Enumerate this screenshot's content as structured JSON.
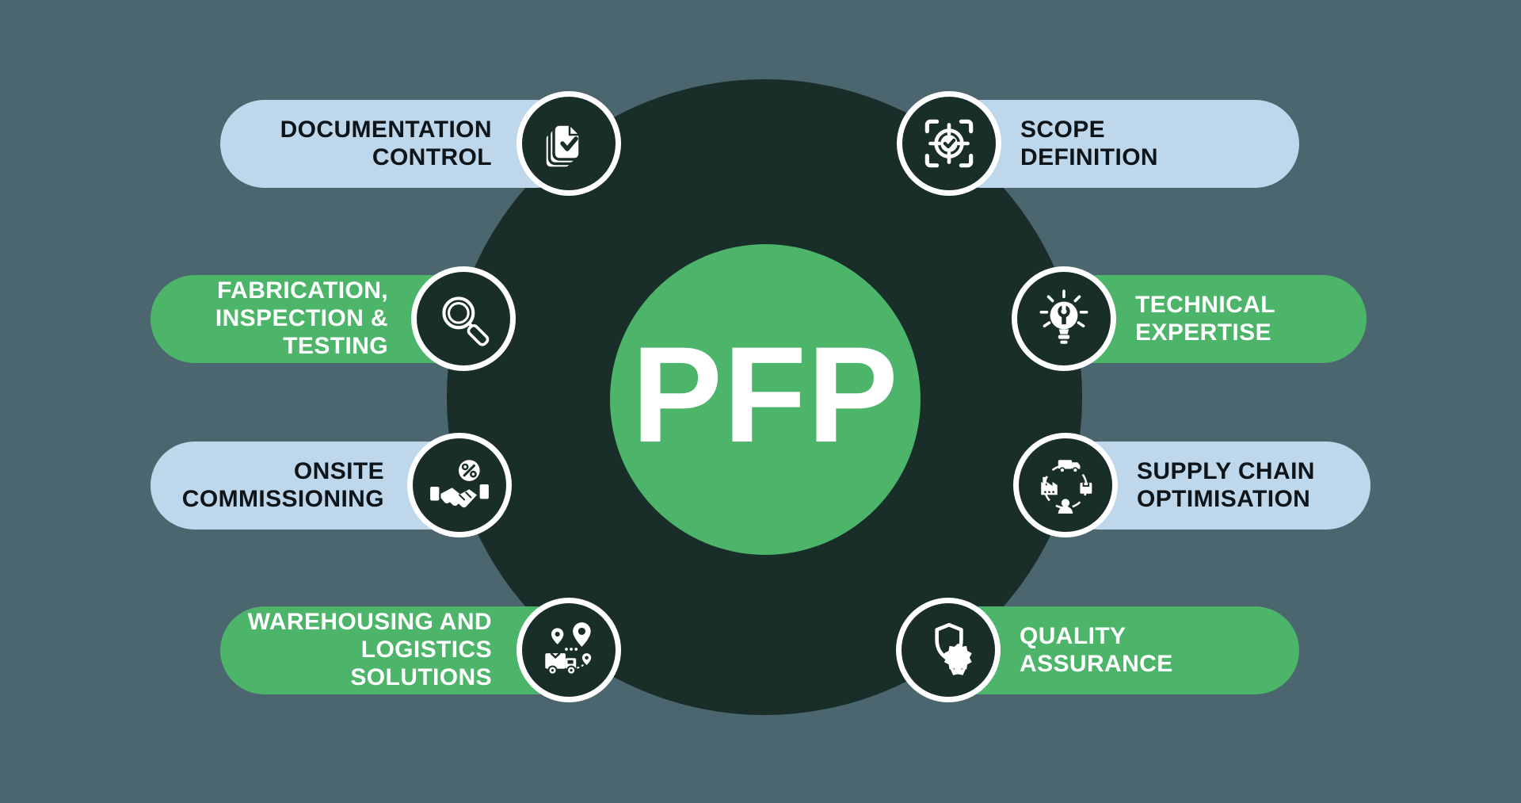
{
  "title": "PFP services infographic",
  "colors": {
    "background": "#4C6670",
    "dark_circle": "#1A2E29",
    "green": "#4DB56A",
    "light_blue": "#BED7EA",
    "text_dark": "#0E151A",
    "text_light": "#FFFFFF"
  },
  "center": {
    "label": "PFP"
  },
  "items": [
    {
      "label": "DOCUMENTATION\nCONTROL",
      "icon": "documents-check-icon",
      "side": "left",
      "style": "blue"
    },
    {
      "label": "FABRICATION,\nINSPECTION &\nTESTING",
      "icon": "magnifier-icon",
      "side": "left",
      "style": "green"
    },
    {
      "label": "ONSITE\nCOMMISSIONING",
      "icon": "handshake-percent-icon",
      "side": "left",
      "style": "blue"
    },
    {
      "label": "WAREHOUSING AND\nLOGISTICS SOLUTIONS",
      "icon": "truck-location-icon",
      "side": "left",
      "style": "green"
    },
    {
      "label": "SCOPE\nDEFINITION",
      "icon": "target-check-icon",
      "side": "right",
      "style": "blue"
    },
    {
      "label": "TECHNICAL\nEXPERTISE",
      "icon": "lightbulb-wrench-icon",
      "side": "right",
      "style": "green"
    },
    {
      "label": "SUPPLY CHAIN\nOPTIMISATION",
      "icon": "supply-chain-cycle-icon",
      "side": "right",
      "style": "blue"
    },
    {
      "label": "QUALITY\nASSURANCE",
      "icon": "shield-badge-icon",
      "side": "right",
      "style": "green"
    }
  ]
}
